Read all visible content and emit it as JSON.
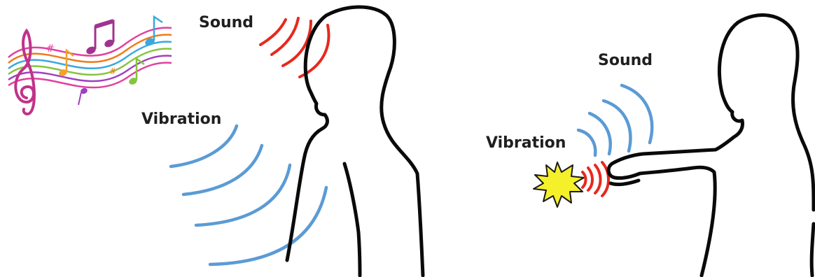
{
  "labels": {
    "left_sound": "Sound",
    "left_vibration": "Vibration",
    "right_sound": "Sound",
    "right_vibration": "Vibration"
  },
  "colors": {
    "sound_wave": "#e8281e",
    "vibration_wave": "#5b9bd5",
    "outline": "#0a0a0a",
    "burst_fill": "#f4f02a",
    "text": "#1f1f1f"
  },
  "icons": {
    "music": "colorful-music-staff-icon",
    "burst": "impact-burst-icon"
  }
}
